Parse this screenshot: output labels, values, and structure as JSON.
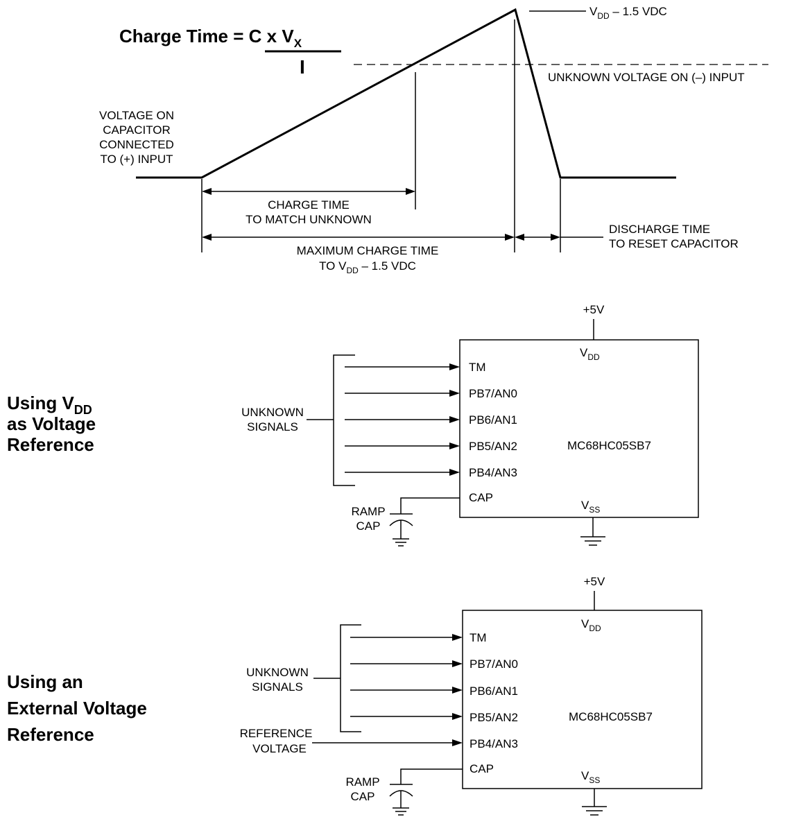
{
  "timing": {
    "formula": {
      "prefix": "Charge Time = ",
      "numerator_main": "C x V",
      "numerator_sub": "X",
      "denominator": "I"
    },
    "peak_label": {
      "v": "V",
      "sub": "DD",
      "rest": " – 1.5 VDC"
    },
    "unknown_voltage_label": "UNKNOWN VOLTAGE ON (–) INPUT",
    "capacitor_label": [
      "VOLTAGE ON",
      "CAPACITOR",
      "CONNECTED",
      "TO (+) INPUT"
    ],
    "charge_time_label": [
      "CHARGE TIME",
      "TO MATCH UNKNOWN"
    ],
    "max_charge_label": {
      "line1": "MAXIMUM CHARGE TIME",
      "line2_prefix": "TO V",
      "line2_sub": "DD",
      "line2_rest": " – 1.5 VDC"
    },
    "discharge_label": [
      "DISCHARGE TIME",
      "TO RESET CAPACITOR"
    ]
  },
  "circuit1": {
    "title_line1": "Using V",
    "title_line1_sub": "DD",
    "title_line2": "as Voltage",
    "title_line3": "Reference",
    "supply": "+5V",
    "vdd": {
      "v": "V",
      "sub": "DD"
    },
    "vss": {
      "v": "V",
      "sub": "SS"
    },
    "chip": "MC68HC05SB7",
    "pins": [
      "TM",
      "PB7/AN0",
      "PB6/AN1",
      "PB5/AN2",
      "PB4/AN3"
    ],
    "cap_pin": "CAP",
    "signals_label": [
      "UNKNOWN",
      "SIGNALS"
    ],
    "ramp_label": [
      "RAMP",
      "CAP"
    ]
  },
  "circuit2": {
    "title_line1": "Using an",
    "title_line2": "External Voltage",
    "title_line3": "Reference",
    "supply": "+5V",
    "vdd": {
      "v": "V",
      "sub": "DD"
    },
    "vss": {
      "v": "V",
      "sub": "SS"
    },
    "chip": "MC68HC05SB7",
    "pins": [
      "TM",
      "PB7/AN0",
      "PB6/AN1",
      "PB5/AN2",
      "PB4/AN3"
    ],
    "cap_pin": "CAP",
    "signals_label": [
      "UNKNOWN",
      "SIGNALS"
    ],
    "reference_label": [
      "REFERENCE",
      "VOLTAGE"
    ],
    "ramp_label": [
      "RAMP",
      "CAP"
    ]
  }
}
